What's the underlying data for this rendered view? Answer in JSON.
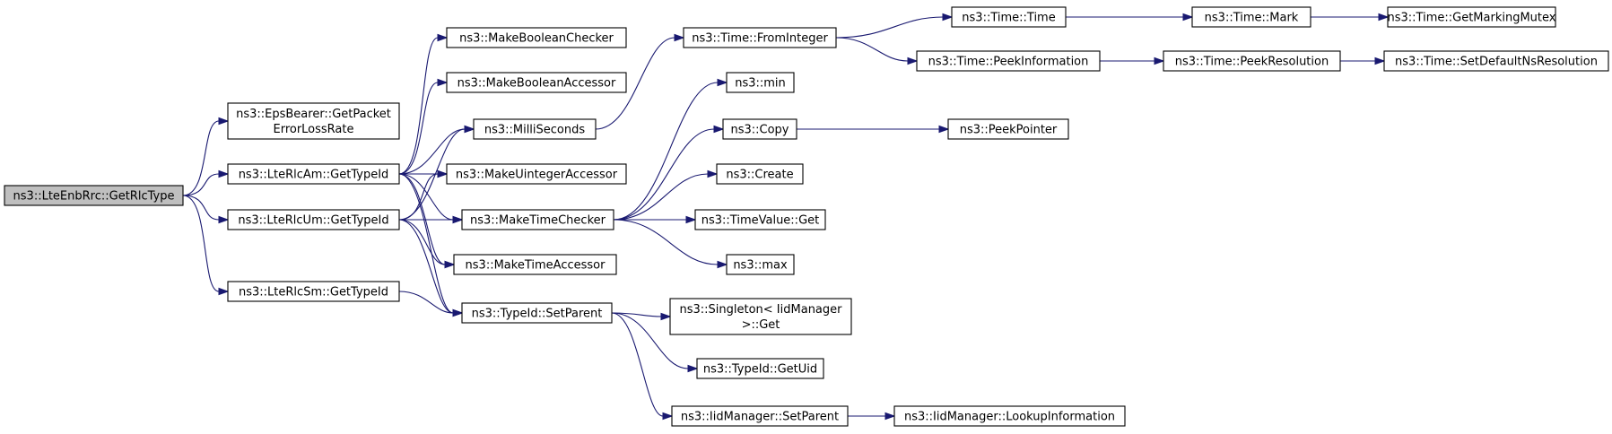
{
  "diagram": {
    "nodes": [
      {
        "id": "root",
        "lines": [
          "ns3::LteEnbRrc::GetRlcType"
        ],
        "root": true
      },
      {
        "id": "eps",
        "lines": [
          "ns3::EpsBearer::GetPacket",
          "ErrorLossRate"
        ]
      },
      {
        "id": "am",
        "lines": [
          "ns3::LteRlcAm::GetTypeId"
        ]
      },
      {
        "id": "um",
        "lines": [
          "ns3::LteRlcUm::GetTypeId"
        ]
      },
      {
        "id": "sm",
        "lines": [
          "ns3::LteRlcSm::GetTypeId"
        ]
      },
      {
        "id": "mbc",
        "lines": [
          "ns3::MakeBooleanChecker"
        ]
      },
      {
        "id": "mba",
        "lines": [
          "ns3::MakeBooleanAccessor"
        ]
      },
      {
        "id": "ms",
        "lines": [
          "ns3::MilliSeconds"
        ]
      },
      {
        "id": "mua",
        "lines": [
          "ns3::MakeUintegerAccessor"
        ]
      },
      {
        "id": "mtc",
        "lines": [
          "ns3::MakeTimeChecker"
        ]
      },
      {
        "id": "mta",
        "lines": [
          "ns3::MakeTimeAccessor"
        ]
      },
      {
        "id": "sp",
        "lines": [
          "ns3::TypeId::SetParent"
        ]
      },
      {
        "id": "fi",
        "lines": [
          "ns3::Time::FromInteger"
        ]
      },
      {
        "id": "min",
        "lines": [
          "ns3::min"
        ]
      },
      {
        "id": "copy",
        "lines": [
          "ns3::Copy"
        ]
      },
      {
        "id": "create",
        "lines": [
          "ns3::Create"
        ]
      },
      {
        "id": "tvg",
        "lines": [
          "ns3::TimeValue::Get"
        ]
      },
      {
        "id": "max",
        "lines": [
          "ns3::max"
        ]
      },
      {
        "id": "sing",
        "lines": [
          "ns3::Singleton< IidManager",
          ">::Get"
        ]
      },
      {
        "id": "uid",
        "lines": [
          "ns3::TypeId::GetUid"
        ]
      },
      {
        "id": "iidsp",
        "lines": [
          "ns3::IidManager::SetParent"
        ]
      },
      {
        "id": "time",
        "lines": [
          "ns3::Time::Time"
        ]
      },
      {
        "id": "peekinfo",
        "lines": [
          "ns3::Time::PeekInformation"
        ]
      },
      {
        "id": "pp",
        "lines": [
          "ns3::PeekPointer"
        ]
      },
      {
        "id": "lookup",
        "lines": [
          "ns3::IidManager::LookupInformation"
        ]
      },
      {
        "id": "mark",
        "lines": [
          "ns3::Time::Mark"
        ]
      },
      {
        "id": "peekres",
        "lines": [
          "ns3::Time::PeekResolution"
        ]
      },
      {
        "id": "gmm",
        "lines": [
          "ns3::Time::GetMarkingMutex"
        ]
      },
      {
        "id": "sdnr",
        "lines": [
          "ns3::Time::SetDefaultNsResolution"
        ]
      }
    ],
    "edges": [
      [
        "root",
        "eps"
      ],
      [
        "root",
        "am"
      ],
      [
        "root",
        "um"
      ],
      [
        "root",
        "sm"
      ],
      [
        "am",
        "mbc"
      ],
      [
        "am",
        "mba"
      ],
      [
        "am",
        "ms"
      ],
      [
        "am",
        "mua"
      ],
      [
        "am",
        "mtc"
      ],
      [
        "am",
        "mta"
      ],
      [
        "am",
        "sp"
      ],
      [
        "um",
        "ms"
      ],
      [
        "um",
        "mua"
      ],
      [
        "um",
        "mtc"
      ],
      [
        "um",
        "mta"
      ],
      [
        "um",
        "sp"
      ],
      [
        "sm",
        "sp"
      ],
      [
        "ms",
        "fi"
      ],
      [
        "mtc",
        "min"
      ],
      [
        "mtc",
        "copy"
      ],
      [
        "mtc",
        "create"
      ],
      [
        "mtc",
        "tvg"
      ],
      [
        "mtc",
        "max"
      ],
      [
        "sp",
        "sing"
      ],
      [
        "sp",
        "uid"
      ],
      [
        "sp",
        "iidsp"
      ],
      [
        "fi",
        "time"
      ],
      [
        "fi",
        "peekinfo"
      ],
      [
        "copy",
        "pp"
      ],
      [
        "iidsp",
        "lookup"
      ],
      [
        "time",
        "mark"
      ],
      [
        "peekinfo",
        "peekres"
      ],
      [
        "mark",
        "gmm"
      ],
      [
        "peekres",
        "sdnr"
      ]
    ]
  }
}
